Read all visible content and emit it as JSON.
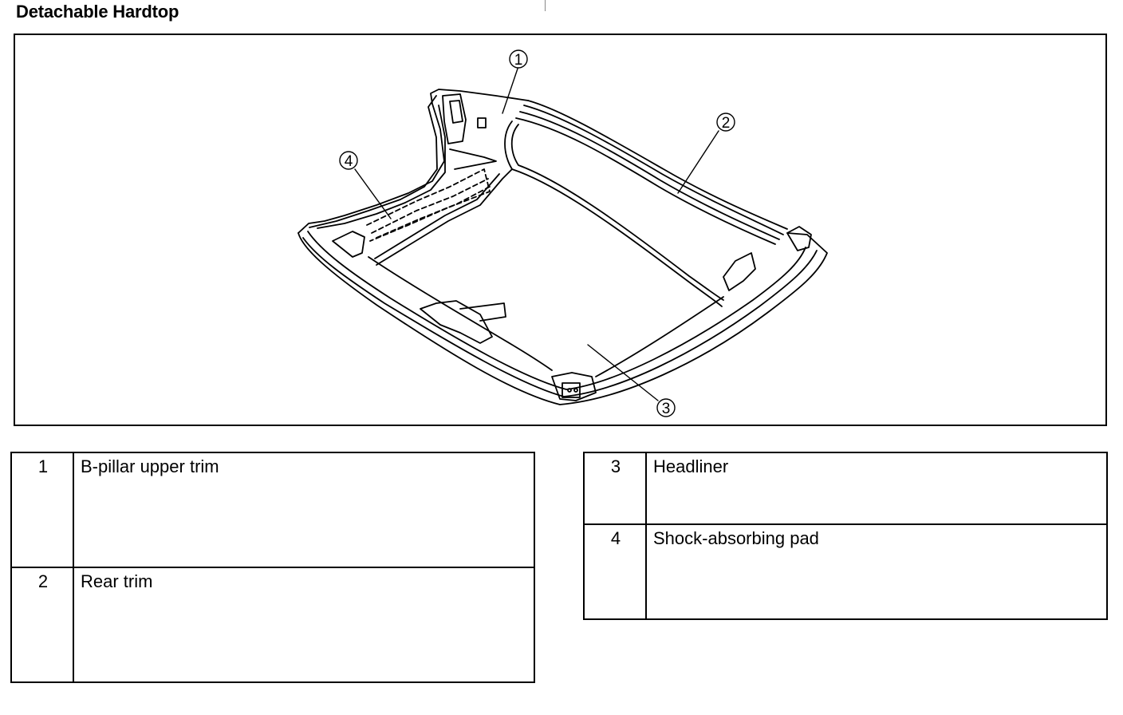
{
  "title": "Detachable Hardtop",
  "callouts": [
    "1",
    "2",
    "3",
    "4"
  ],
  "parts_left": [
    {
      "number": "1",
      "name": "B-pillar upper trim"
    },
    {
      "number": "2",
      "name": "Rear trim"
    }
  ],
  "parts_right": [
    {
      "number": "3",
      "name": "Headliner"
    },
    {
      "number": "4",
      "name": "Shock-absorbing pad"
    }
  ]
}
